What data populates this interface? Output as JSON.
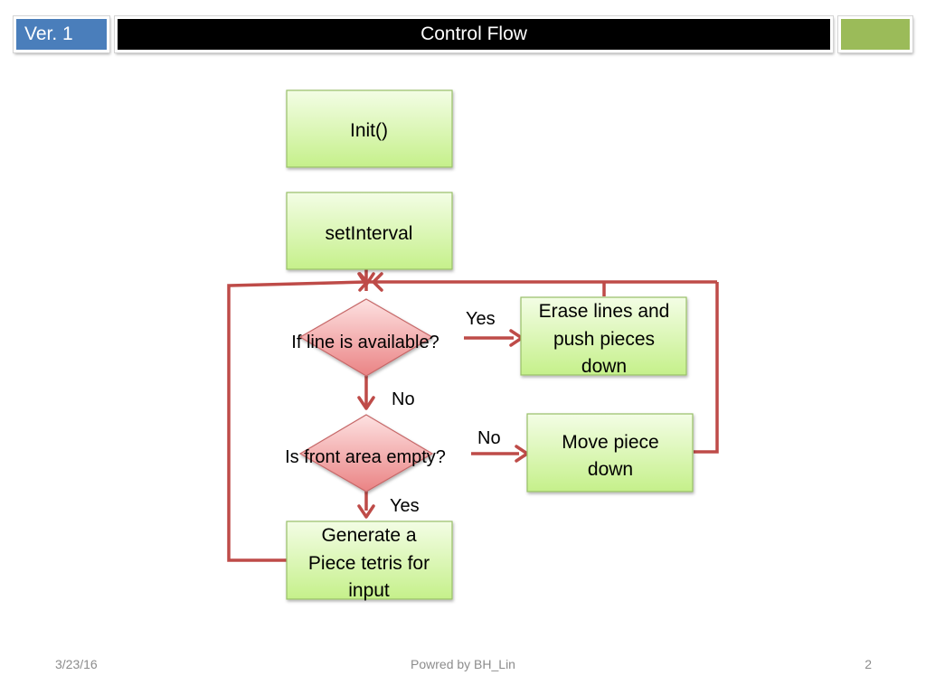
{
  "header": {
    "version": "Ver. 1",
    "title": "Control Flow"
  },
  "diagram": {
    "boxes": {
      "init": "Init()",
      "set_interval": "setInterval",
      "erase_lines": [
        "Erase lines and",
        "push pieces",
        "down"
      ],
      "move_piece": [
        "Move piece",
        "down"
      ],
      "generate_piece": [
        "Generate a",
        "Piece tetris for",
        "input"
      ]
    },
    "decisions": {
      "line_available": "If line is available?",
      "front_area_empty": "Is front area empty?"
    },
    "edge_labels": {
      "yes_1": "Yes",
      "no_1": "No",
      "no_2": "No",
      "yes_2": "Yes"
    }
  },
  "footer": {
    "date": "3/23/16",
    "credit": "Powred by BH_Lin",
    "page": "2"
  },
  "colors": {
    "header_blue": "#4a7ebb",
    "header_green": "#9bbb59",
    "process_fill_top": "#f3fde5",
    "process_fill_bottom": "#c5f08a",
    "process_border": "#98bf67",
    "decision_fill_top": "#fde1e1",
    "decision_fill_bottom": "#ea8384",
    "decision_border": "#c66768",
    "connector": "#be4b48"
  }
}
